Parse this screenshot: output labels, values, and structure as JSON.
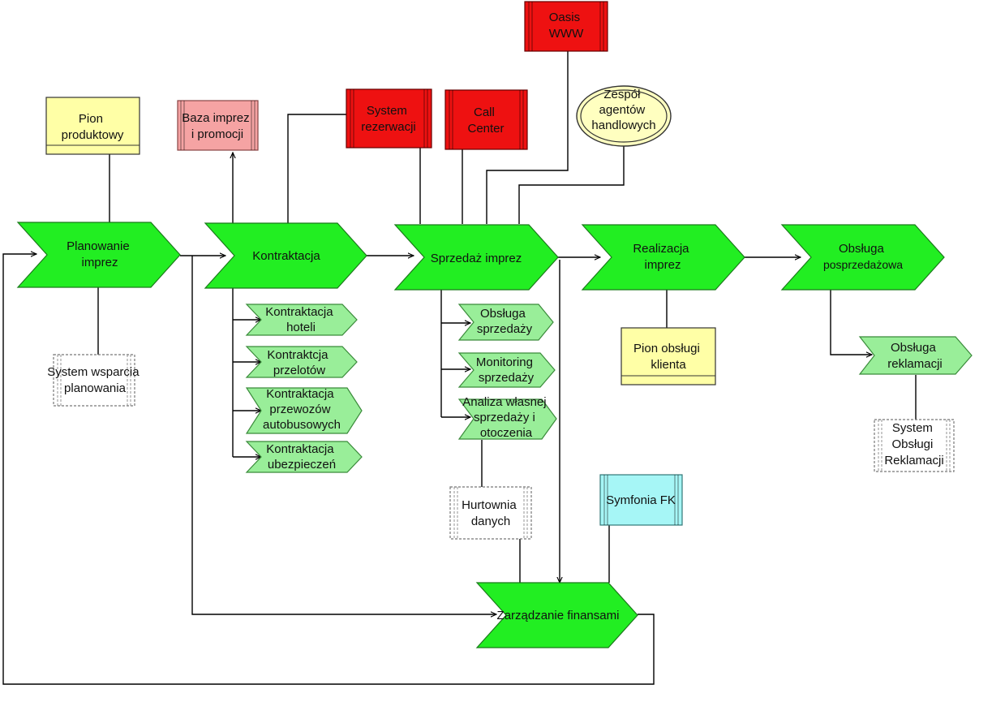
{
  "diagram": {
    "main_functions": [
      {
        "key": "planowanie",
        "lines": [
          "Planowanie",
          "imprez"
        ]
      },
      {
        "key": "kontraktacja",
        "lines": [
          "Kontraktacja"
        ]
      },
      {
        "key": "sprzedaz",
        "lines": [
          "Sprzedaż imprez"
        ]
      },
      {
        "key": "realizacja",
        "lines": [
          "Realizacja",
          "imprez"
        ]
      },
      {
        "key": "obsluga",
        "lines": [
          "Obsługa",
          "posprzedażowa"
        ]
      },
      {
        "key": "finanse",
        "lines": [
          "Zarządzanie finansami"
        ]
      }
    ],
    "sub_functions": [
      {
        "key": "hotele",
        "lines": [
          "Kontraktacja",
          "hoteli"
        ]
      },
      {
        "key": "przeloty",
        "lines": [
          "Kontraktcja",
          "przelotów"
        ]
      },
      {
        "key": "przewozy",
        "lines": [
          "Kontraktacja",
          "przewozów",
          "autobusowych"
        ]
      },
      {
        "key": "ubezpieczenia",
        "lines": [
          "Kontraktacja",
          "ubezpieczeń"
        ]
      },
      {
        "key": "obsluga-sprzedazy",
        "lines": [
          "Obsługa",
          "sprzedaży"
        ]
      },
      {
        "key": "monitoring",
        "lines": [
          "Monitoring",
          "sprzedaży"
        ]
      },
      {
        "key": "analiza",
        "lines": [
          "Analiza własnej",
          "sprzedaży i",
          "otoczenia"
        ]
      },
      {
        "key": "reklamacje",
        "lines": [
          "Obsługa",
          "reklamacji"
        ]
      }
    ],
    "org_units": [
      {
        "key": "pion-produktowy",
        "lines": [
          "Pion",
          "produktowy"
        ]
      },
      {
        "key": "pion-obslugi",
        "lines": [
          "Pion obsługi",
          "klienta"
        ]
      }
    ],
    "systems": [
      {
        "key": "baza",
        "lines": [
          "Baza imprez",
          "i promocji"
        ],
        "color": "pink"
      },
      {
        "key": "rezerwacji",
        "lines": [
          "System",
          "rezerwacji"
        ],
        "color": "red"
      },
      {
        "key": "callcenter",
        "lines": [
          "Call",
          "Center"
        ],
        "color": "red"
      },
      {
        "key": "oasis",
        "lines": [
          "Oasis",
          "WWW"
        ],
        "color": "red"
      },
      {
        "key": "wsparcie",
        "lines": [
          "System wsparcia",
          "planowania"
        ],
        "color": "white"
      },
      {
        "key": "hurtownia",
        "lines": [
          "Hurtownia",
          "danych"
        ],
        "color": "white"
      },
      {
        "key": "symfonia",
        "lines": [
          "Symfonia FK"
        ],
        "color": "cyan"
      },
      {
        "key": "reklamacje-sys",
        "lines": [
          "System",
          "Obsługi",
          "Reklamacji"
        ],
        "color": "white"
      }
    ],
    "teams": [
      {
        "key": "zespol",
        "lines": [
          "Zespół",
          "agentów",
          "handlowych"
        ]
      }
    ]
  },
  "colors": {
    "main_function": "#22ee22",
    "sub_function": "#99ee99",
    "org_unit": "#ffffa6",
    "system_red": "#ee1111",
    "system_pink": "#f5a3a3",
    "system_cyan": "#a6f6f6"
  }
}
